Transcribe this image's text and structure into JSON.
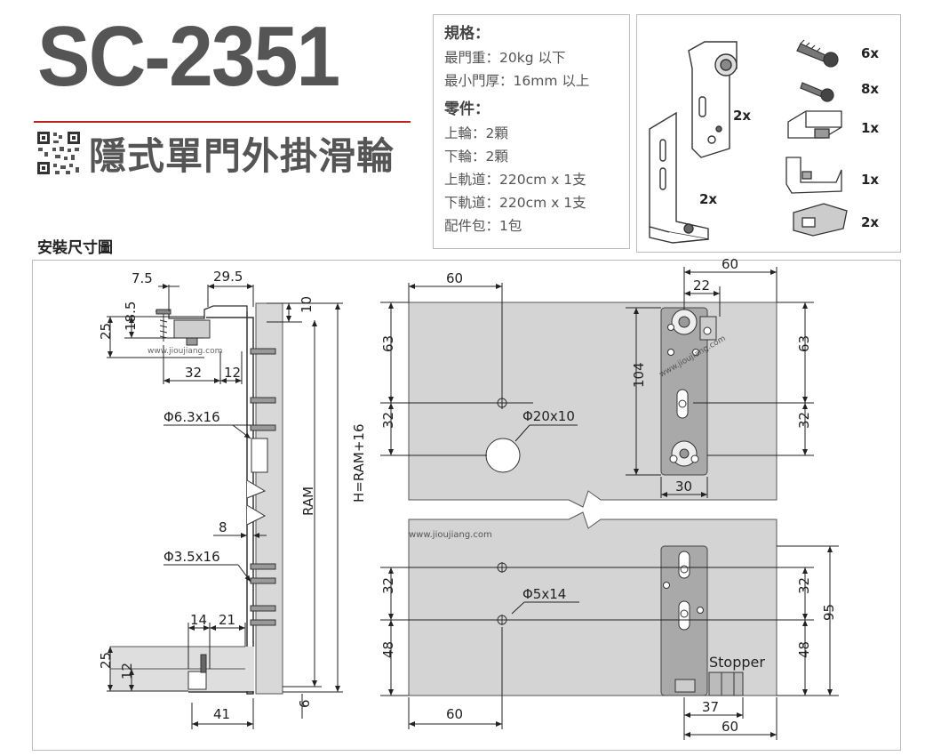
{
  "header": {
    "model": "SC-2351",
    "product_title": "隱式單門外掛滑輪"
  },
  "spec": {
    "heading": "規格：",
    "lines": [
      "最門重：20kg 以下",
      "最小門厚：16mm 以上"
    ],
    "parts_heading": "零件：",
    "parts": [
      "上輪：2顆",
      "下輪：2顆",
      "上軌道：220cm x 1支",
      "下軌道：220cm x 1支",
      "配件包：1包"
    ]
  },
  "parts_image": {
    "labels": [
      "2x",
      "2x",
      "6x",
      "8x",
      "1x",
      "1x",
      "2x"
    ]
  },
  "section_title": "安裝尺寸圖",
  "dimensions": {
    "d7_5": "7.5",
    "d29_5": "29.5",
    "d10": "10",
    "d25a": "25",
    "d18_5": "18.5",
    "d32a": "32",
    "d12a": "12",
    "phi63": "Φ6.3x16",
    "d8": "8",
    "phi35": "Φ3.5x16",
    "ram": "RAM",
    "hram": "H=RAM+16",
    "d14": "14",
    "d21": "21",
    "d25b": "25",
    "d12b": "12",
    "d41": "41",
    "d6": "6",
    "t60": "60",
    "t63": "63",
    "t32": "32",
    "phi20": "Φ20x10",
    "t60r": "60",
    "t22": "22",
    "t104": "104",
    "t30": "30",
    "t63r": "63",
    "t32r": "32",
    "b32": "32",
    "b48": "48",
    "phi5": "Φ5x14",
    "b60": "60",
    "b32r": "32",
    "b48r": "48",
    "b95": "95",
    "b37": "37",
    "b60r": "60",
    "stopper": "Stopper"
  },
  "watermarks": [
    "www.jioujiang.com",
    "www.jioujiang.com",
    "www.jioujiang.com"
  ]
}
